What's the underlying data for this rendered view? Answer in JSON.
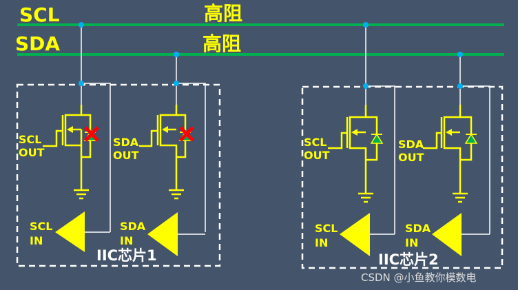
{
  "bus": {
    "scl_label": "SCL",
    "sda_label": "SDA",
    "scl_state": "高阻",
    "sda_state": "高阻"
  },
  "chip1": {
    "name": "IIC芯片1",
    "scl_out": [
      "SCL",
      "OUT"
    ],
    "sda_out": [
      "SDA",
      "OUT"
    ],
    "scl_in": [
      "SCL",
      "IN"
    ],
    "sda_in": [
      "SDA",
      "IN"
    ]
  },
  "chip2": {
    "name": "IIC芯片2",
    "scl_out": [
      "SCL",
      "OUT"
    ],
    "sda_out": [
      "SDA",
      "OUT"
    ],
    "scl_in": [
      "SCL",
      "IN"
    ],
    "sda_in": [
      "SDA",
      "IN"
    ]
  },
  "watermark": "CSDN @小鱼教你模数电",
  "colors": {
    "background": "#44546A",
    "bus_line": "#00B050",
    "text_yellow": "#FFFF00",
    "wire_white": "#FFFFFF",
    "junction": "#00B0F0",
    "off_mark": "#FF0000",
    "diode_fill": "#00B050"
  }
}
